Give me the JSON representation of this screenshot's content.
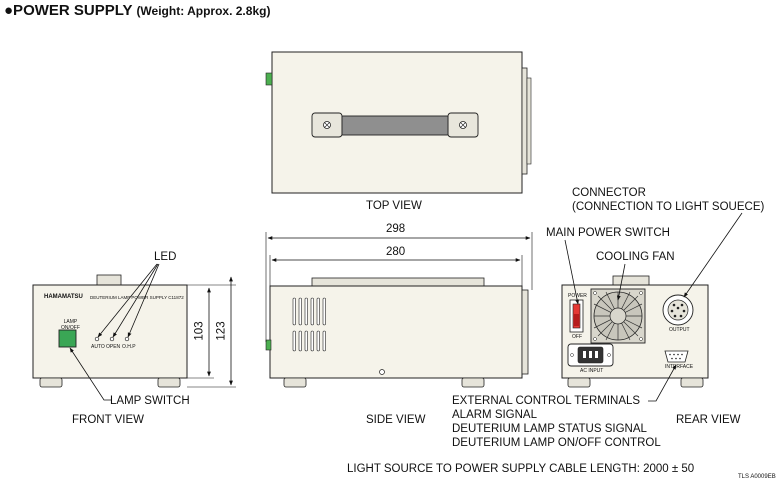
{
  "heading": {
    "title": "●POWER SUPPLY",
    "subtitle": "(Weight: Approx. 2.8kg)"
  },
  "views": {
    "top": "TOP VIEW",
    "front": "FRONT VIEW",
    "side": "SIDE VIEW",
    "rear": "REAR VIEW"
  },
  "callouts": {
    "led": "LED",
    "lamp_switch": "LAMP SWITCH",
    "connector": "CONNECTOR",
    "connector_sub": "(CONNECTION TO LIGHT SOUECE)",
    "main_power_switch": "MAIN POWER SWITCH",
    "cooling_fan": "COOLING FAN",
    "ext_terminals": "EXTERNAL CONTROL TERMINALS",
    "alarm": "ALARM SIGNAL",
    "status": "DEUTERIUM LAMP STATUS SIGNAL",
    "onoff": "DEUTERIUM LAMP ON/OFF CONTROL"
  },
  "dimensions": {
    "width_outer": "298",
    "width_inner": "280",
    "height_outer": "123",
    "height_inner": "103"
  },
  "front_panel": {
    "brand": "HAMAMATSU",
    "model_text": "DEUTERIUM LAMP POWER SUPPLY C11872",
    "lamp_label": "LAMP\nON/OFF",
    "led_auto": "AUTO",
    "led_open": "OPEN",
    "led_ovp": "O.H.P"
  },
  "rear_panel": {
    "power": "POWER",
    "off": "OFF",
    "output": "OUTPUT",
    "ac_input": "AC INPUT",
    "interface": "INTERFACE"
  },
  "footer": {
    "cable_length": "LIGHT SOURCE TO POWER SUPPLY CABLE LENGTH: 2000 ± 50",
    "drawing_code": "TLS A0009EB"
  }
}
